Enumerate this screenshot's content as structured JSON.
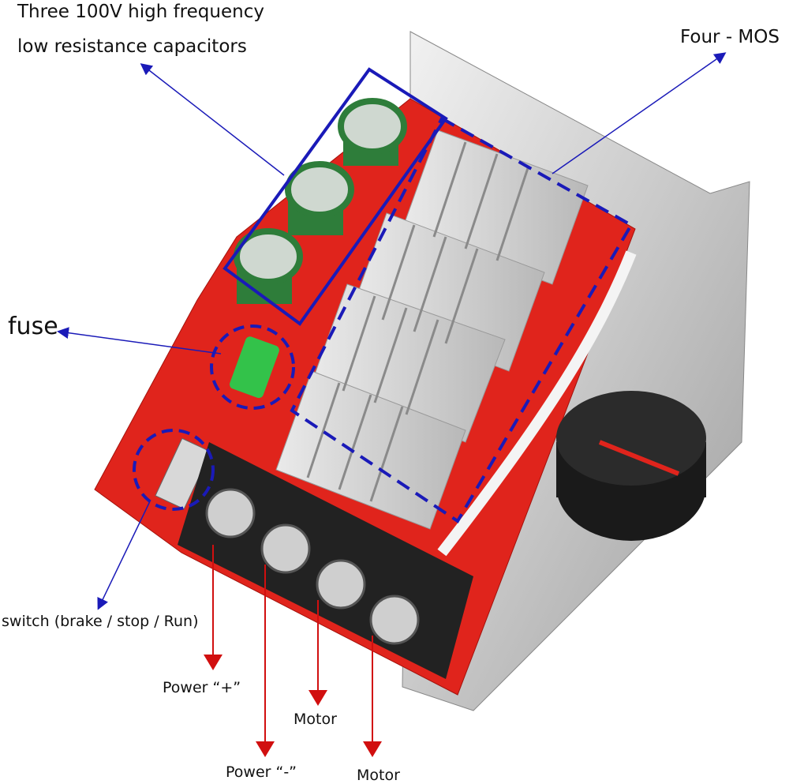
{
  "labels": {
    "capacitors_line1": "Three 100V high frequency",
    "capacitors_line2": "low resistance capacitors",
    "mos": "Four - MOS",
    "fuse": "fuse",
    "switch": "switch (brake / stop / Run)",
    "power_plus": "Power “+”",
    "power_minus": "Power “-”",
    "motor_1": "Motor",
    "motor_2": "Motor"
  },
  "colors": {
    "pcb": "#e0241c",
    "annotation_blue": "#1a1ab8",
    "annotation_red": "#d10f0f",
    "capacitor": "#2e7d3a"
  }
}
